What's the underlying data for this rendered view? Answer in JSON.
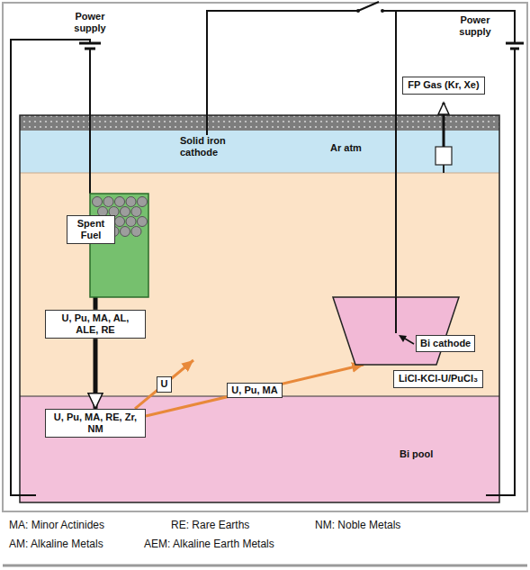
{
  "diagram": {
    "nodes": [
      {
        "text": [
          "FP Gas (Kr, Xe)"
        ]
      },
      {
        "text": [
          "Ar atm"
        ]
      },
      {
        "text": [
          "Spent Fuel"
        ]
      },
      {
        "text": [
          "Solid iron cathode"
        ]
      },
      {
        "text": [
          "Bi cathode"
        ]
      },
      {
        "text": [
          "U, Pu, MA, AL, ALE, RE"
        ]
      },
      {
        "text": [
          "LiCl-KCl-U/PuCl₃"
        ]
      },
      {
        "text": [
          "Bi pool"
        ]
      },
      {
        "text": [
          "U, Pu, MA, RE, Zr, NM"
        ],
        "in": 7
      }
    ],
    "edges": [
      {
        "from": 2,
        "to": 5,
        "arrow": "none"
      },
      {
        "from": 5,
        "to": 8,
        "arrow": "to"
      },
      {
        "from": 8,
        "to": 3,
        "arrow": "to",
        "label": "U"
      },
      {
        "from": 8,
        "to": 4,
        "arrow": "to",
        "label": "U, Pu, MA"
      }
    ],
    "labels": [
      "Power supply",
      "Power supply",
      "MA: Minor Actinides",
      "RE: Rare Earths",
      "NM: Noble Metals",
      "AM: Alkaline Metals",
      "AEM: Alkaline Earth Metals"
    ]
  }
}
